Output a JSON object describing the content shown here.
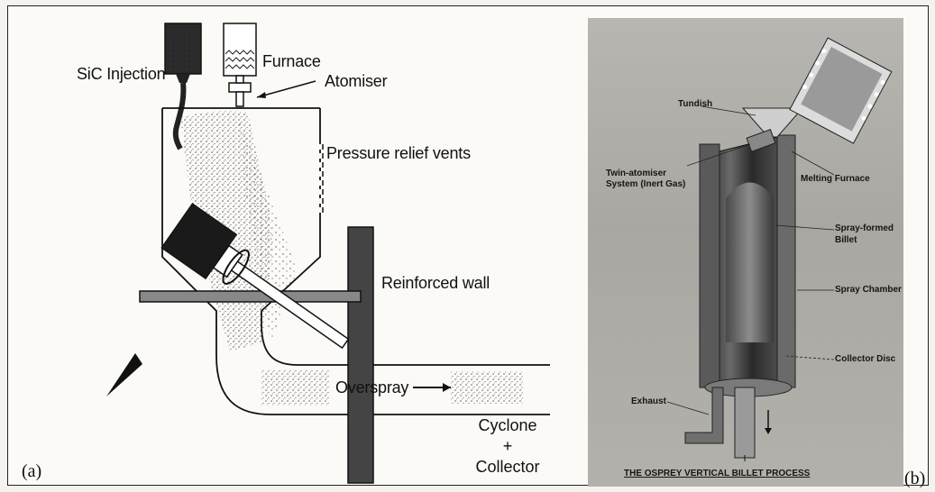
{
  "panel_a": {
    "letter": "(a)",
    "labels": {
      "sic_injection": "SiC Injection",
      "furnace": "Furnace",
      "atomiser": "Atomiser",
      "pressure_relief_vents": "Pressure relief vents",
      "reinforced_wall": "Reinforced wall",
      "overspray": "Overspray",
      "cyclone": "Cyclone",
      "plus": "+",
      "collector": "Collector"
    }
  },
  "panel_b": {
    "letter": "(b)",
    "labels": {
      "tundish": "Tundish",
      "twin_atomiser": "Twin-atomiser",
      "twin_atomiser_2": "System (Inert Gas)",
      "melting_furnace": "Melting Furnace",
      "spray_formed": "Spray-formed",
      "billet": "Billet",
      "spray_chamber": "Spray Chamber",
      "collector_disc": "Collector Disc",
      "exhaust": "Exhaust"
    },
    "caption": "THE OSPREY VERTICAL BILLET PROCESS"
  },
  "colors": {
    "ink": "#111111",
    "photo_background": "#aeaca7",
    "chamber_dark": "#2e2e2e"
  }
}
